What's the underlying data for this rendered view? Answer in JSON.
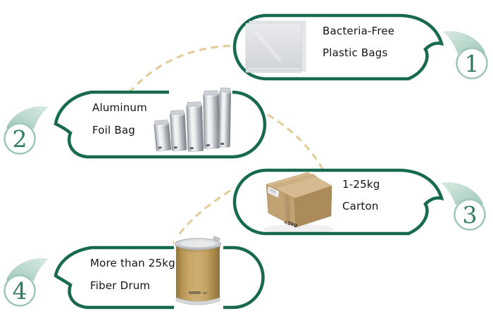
{
  "infographic": {
    "items": [
      {
        "number": "1",
        "label_line1": "Bacteria-Free",
        "label_line2": "Plastic Bags",
        "image": "plastic-bags-photo"
      },
      {
        "number": "2",
        "label_line1": "Aluminum",
        "label_line2": "Foil Bag",
        "image": "aluminum-foil-bags-photo"
      },
      {
        "number": "3",
        "label_line1": "1-25kg",
        "label_line2": "Carton",
        "image": "carton-box-photo",
        "box_marking": "<5kg"
      },
      {
        "number": "4",
        "label_line1": "More than 25kg",
        "label_line2": "Fiber Drum",
        "image": "fiber-drum-photo"
      }
    ],
    "colors": {
      "border_green": "#176a4e",
      "accent_light_green": "#a3cabb",
      "number_green": "#2f7c5e",
      "connector_tan": "#e2cb94",
      "label_text": "#141414"
    }
  }
}
